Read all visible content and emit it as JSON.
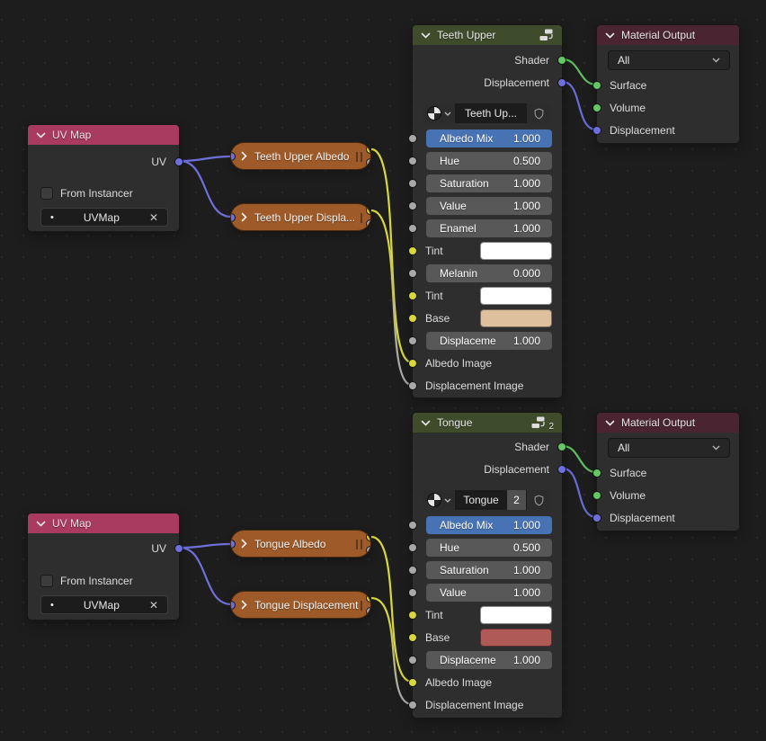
{
  "colors": {
    "header_uv_map": "#a93a60",
    "header_node_group": "#3e4c2b",
    "header_material_output": "#4a2431",
    "pill_image_node": "#9e5a28",
    "slider_active": "#4772b3",
    "slider_default": "#585858",
    "socket_shader": "#63c763",
    "socket_vector": "#6e6ede",
    "socket_color": "#d8d83a",
    "socket_float": "#a8a8a8",
    "swatch_white": "#ffffff",
    "swatch_base_teeth": "#dfc09e",
    "swatch_base_tongue": "#b05a57"
  },
  "icons": {
    "clear": "✕",
    "dot": "•"
  },
  "uv_map": {
    "title": "UV Map",
    "output_label": "UV",
    "checkbox_label": "From Instancer",
    "field_value": "UVMap"
  },
  "pills": {
    "teeth_albedo": "Teeth Upper Albedo",
    "teeth_displacement": "Teeth Upper Displa...",
    "tongue_albedo": "Tongue Albedo",
    "tongue_displacement": "Tongue Displacement"
  },
  "teeth_group": {
    "title": "Teeth Upper",
    "outputs": {
      "shader": "Shader",
      "displacement": "Displacement"
    },
    "material": {
      "name": "Teeth Up..."
    },
    "sliders": [
      {
        "label": "Albedo Mix",
        "value": "1.000"
      },
      {
        "label": "Hue",
        "value": "0.500"
      },
      {
        "label": "Saturation",
        "value": "1.000"
      },
      {
        "label": "Value",
        "value": "1.000"
      },
      {
        "label": "Enamel",
        "value": "1.000"
      }
    ],
    "tint1_label": "Tint",
    "melanin": {
      "label": "Melanin",
      "value": "0.000"
    },
    "tint2_label": "Tint",
    "base_label": "Base",
    "displace": {
      "label": "Displaceme",
      "value": "1.000"
    },
    "albedo_image_label": "Albedo Image",
    "displacement_image_label": "Displacement Image"
  },
  "tongue_group": {
    "title": "Tongue",
    "users_count": "2",
    "outputs": {
      "shader": "Shader",
      "displacement": "Displacement"
    },
    "material": {
      "name": "Tongue",
      "count": "2"
    },
    "sliders": [
      {
        "label": "Albedo Mix",
        "value": "1.000"
      },
      {
        "label": "Hue",
        "value": "0.500"
      },
      {
        "label": "Saturation",
        "value": "1.000"
      },
      {
        "label": "Value",
        "value": "1.000"
      }
    ],
    "tint_label": "Tint",
    "base_label": "Base",
    "displace": {
      "label": "Displaceme",
      "value": "1.000"
    },
    "albedo_image_label": "Albedo Image",
    "displacement_image_label": "Displacement Image"
  },
  "material_output": {
    "title": "Material Output",
    "dropdown_value": "All",
    "inputs": {
      "surface": "Surface",
      "volume": "Volume",
      "displacement": "Displacement"
    }
  },
  "connections": [
    {
      "from": "UV Map (top).UV",
      "to": "Teeth Upper Albedo.Vector",
      "color": "vector"
    },
    {
      "from": "UV Map (top).UV",
      "to": "Teeth Upper Displa....Vector",
      "color": "vector"
    },
    {
      "from": "Teeth Upper Albedo.Color",
      "to": "Teeth Upper.Albedo Image",
      "color": "color"
    },
    {
      "from": "Teeth Upper Displa....Color",
      "to": "Teeth Upper.Displacement Image",
      "color": "color-to-float"
    },
    {
      "from": "Teeth Upper.Shader",
      "to": "Material Output (top).Surface",
      "color": "shader"
    },
    {
      "from": "Teeth Upper.Displacement",
      "to": "Material Output (top).Displacement",
      "color": "vector"
    },
    {
      "from": "UV Map (bottom).UV",
      "to": "Tongue Albedo.Vector",
      "color": "vector"
    },
    {
      "from": "UV Map (bottom).UV",
      "to": "Tongue Displacement.Vector",
      "color": "vector"
    },
    {
      "from": "Tongue Albedo.Color",
      "to": "Tongue.Albedo Image",
      "color": "color"
    },
    {
      "from": "Tongue Displacement.Color",
      "to": "Tongue.Displacement Image",
      "color": "color-to-float"
    },
    {
      "from": "Tongue.Shader",
      "to": "Material Output (bottom).Surface",
      "color": "shader"
    },
    {
      "from": "Tongue.Displacement",
      "to": "Material Output (bottom).Displacement",
      "color": "vector"
    }
  ]
}
